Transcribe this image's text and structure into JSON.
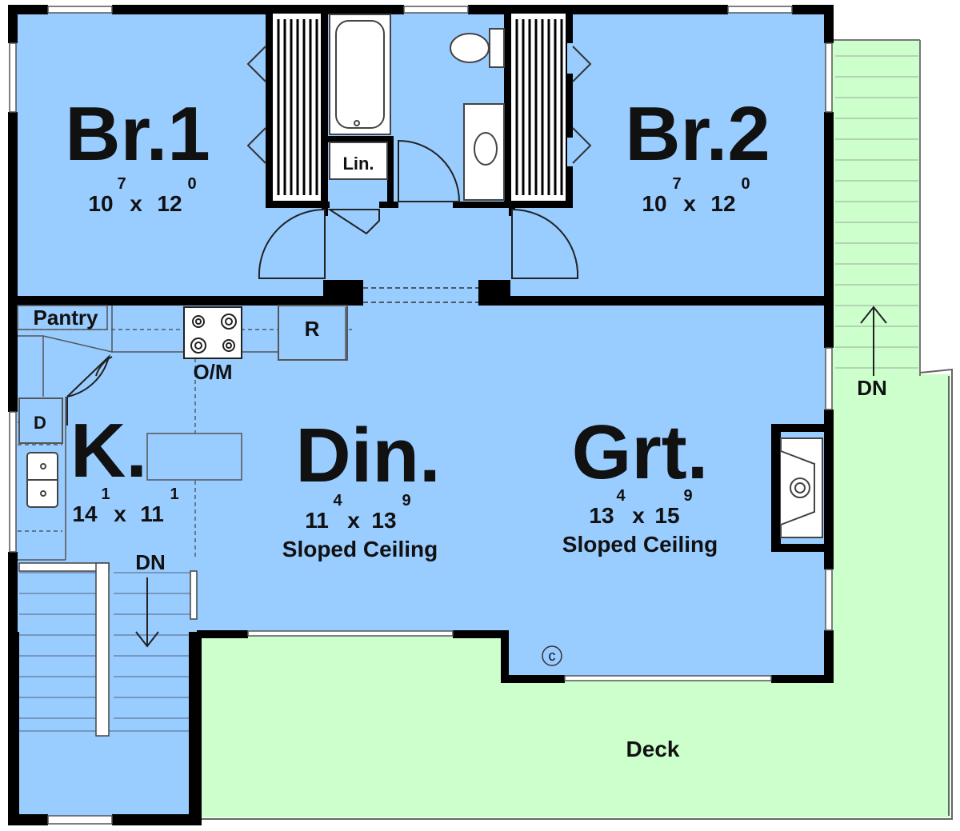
{
  "rooms": {
    "br1": {
      "name": "Br.1",
      "dim_w": "10",
      "dim_w_in": "7",
      "x": "x",
      "dim_l": "12",
      "dim_l_in": "0"
    },
    "br2": {
      "name": "Br.2",
      "dim_w": "10",
      "dim_w_in": "7",
      "x": "x",
      "dim_l": "12",
      "dim_l_in": "0"
    },
    "kitchen": {
      "name": "K.",
      "dim_w": "14",
      "dim_w_in": "1",
      "x": "x",
      "dim_l": "11",
      "dim_l_in": "1"
    },
    "dining": {
      "name": "Din.",
      "dim_w": "11",
      "dim_w_in": "4",
      "x": "x",
      "dim_l": "13",
      "dim_l_in": "9",
      "note": "Sloped Ceiling"
    },
    "great": {
      "name": "Grt.",
      "dim_w": "13",
      "dim_w_in": "4",
      "x": "x",
      "dim_l": "15",
      "dim_l_in": "9",
      "note": "Sloped Ceiling"
    },
    "deck": {
      "name": "Deck"
    }
  },
  "fixtures": {
    "linen": "Lin.",
    "pantry": "Pantry",
    "refrigerator": "R",
    "oven_microwave": "O/M",
    "dishwasher": "D",
    "column": "c"
  },
  "stairs": {
    "left_label": "DN",
    "right_label": "DN"
  },
  "colors": {
    "interior": "#99ccff",
    "deck": "#ccffcc",
    "wall": "#000000",
    "fixture_line": "#555555"
  }
}
